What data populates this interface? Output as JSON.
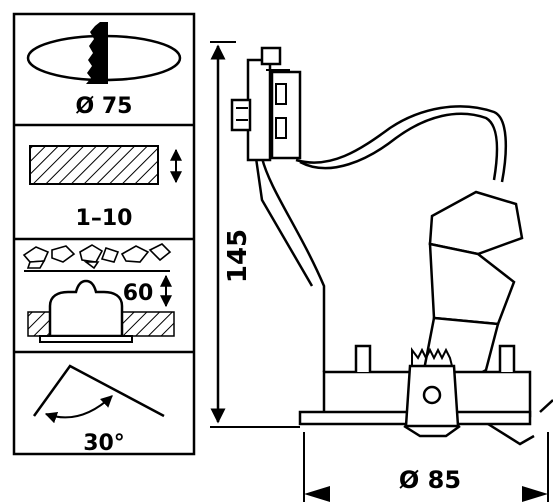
{
  "panels": {
    "cutout_diameter": "Ø 75",
    "ceiling_thickness": "1–10",
    "insulation_clearance": "60",
    "tilt_angle": "30°"
  },
  "dimensions": {
    "height": "145",
    "outer_diameter": "Ø 85"
  },
  "colors": {
    "line": "#000000",
    "background": "#ffffff"
  }
}
